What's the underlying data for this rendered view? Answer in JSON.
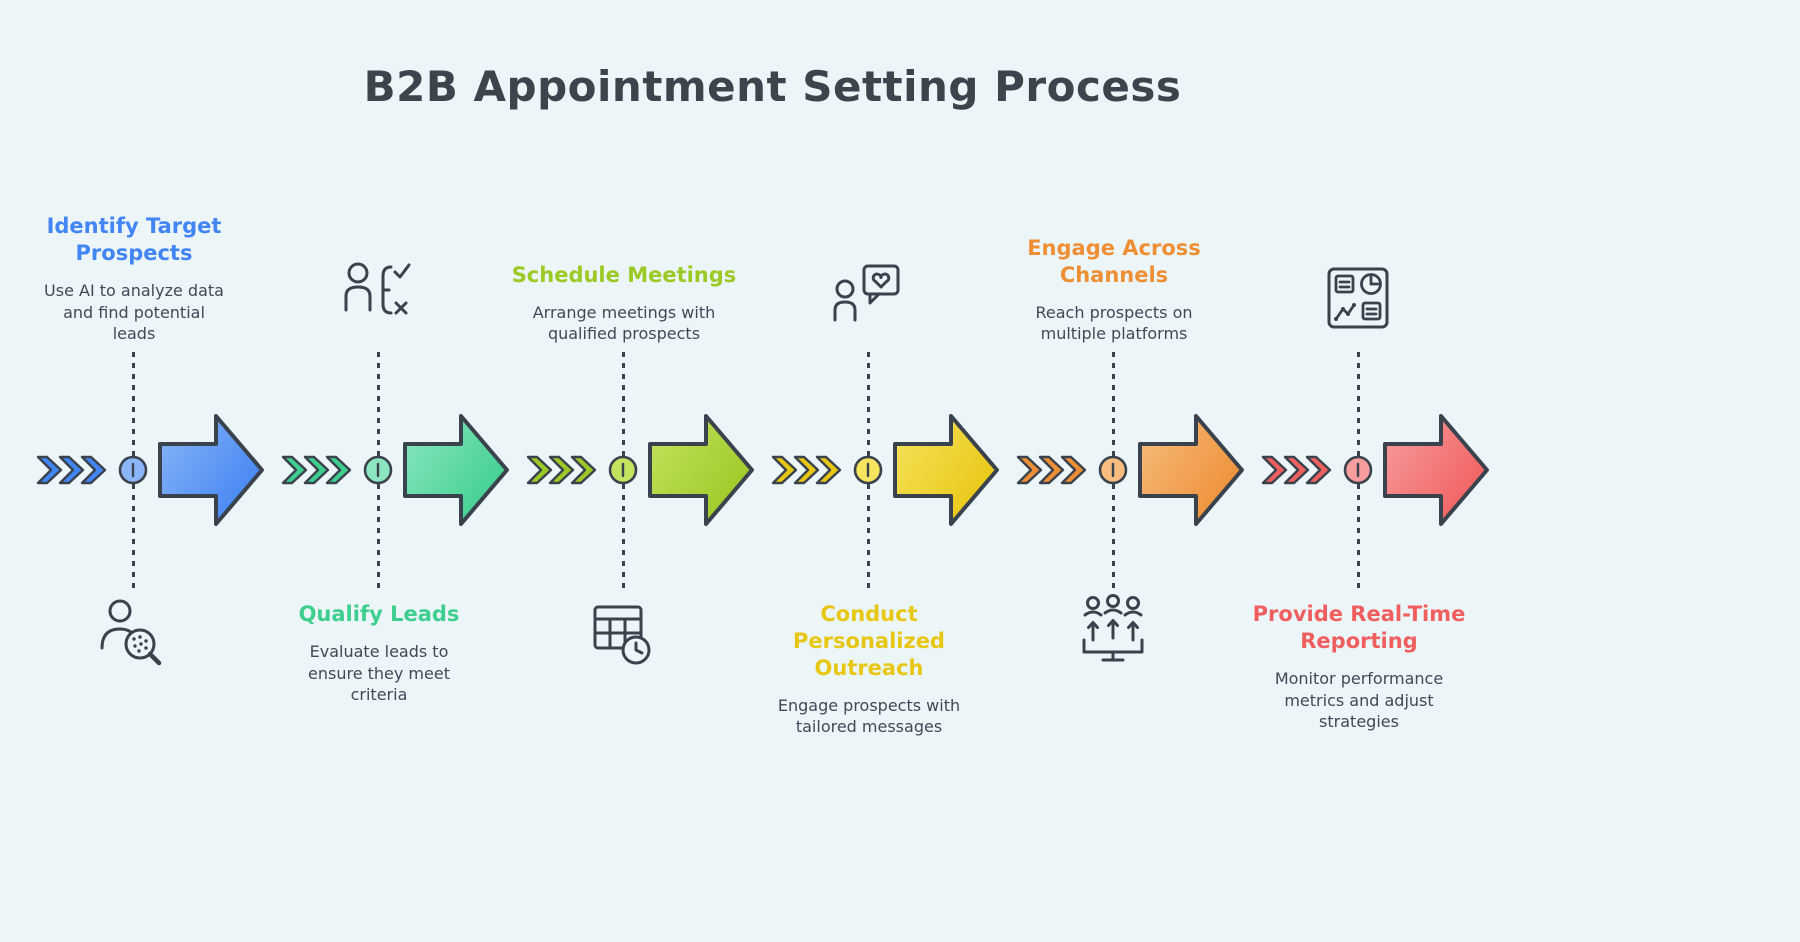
{
  "title": "B2B Appointment Setting Process",
  "colors": {
    "background": "#ecf5f7",
    "outline": "#3a434d",
    "title_text": "#3d444c",
    "body_text": "#3f4a54"
  },
  "steps": [
    {
      "title": "Identify Target Prospects",
      "description": "Use AI to analyze data and find potential leads",
      "color": "#4285f4",
      "color_light": "#8ab5f6",
      "icon": "person-search-icon",
      "text_position": "above"
    },
    {
      "title": "Qualify Leads",
      "description": "Evaluate leads to ensure they meet criteria",
      "color": "#3ecf8e",
      "color_light": "#8ce7c0",
      "icon": "person-checklist-icon",
      "text_position": "below"
    },
    {
      "title": "Schedule Meetings",
      "description": "Arrange meetings with qualified prospects",
      "color": "#9bc925",
      "color_light": "#c3e45f",
      "icon": "calendar-clock-icon",
      "text_position": "above"
    },
    {
      "title": "Conduct Personalized Outreach",
      "description": "Engage prospects with tailored messages",
      "color": "#e8c713",
      "color_light": "#f6e35e",
      "icon": "person-heart-message-icon",
      "text_position": "below"
    },
    {
      "title": "Engage Across Channels",
      "description": "Reach prospects on multiple platforms",
      "color": "#ee8f35",
      "color_light": "#f6bd7e",
      "icon": "team-broadcast-icon",
      "text_position": "above"
    },
    {
      "title": "Provide Real-Time Reporting",
      "description": "Monitor performance metrics and adjust strategies",
      "color": "#f05f5f",
      "color_light": "#f89d9d",
      "icon": "report-dashboard-icon",
      "text_position": "below"
    }
  ]
}
